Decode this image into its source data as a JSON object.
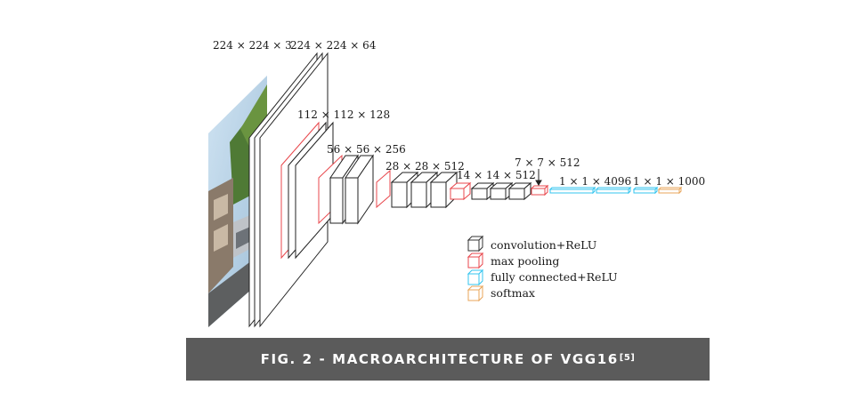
{
  "diagram": {
    "dimension_labels": {
      "input": "224 × 224 × 3",
      "conv1": "224 × 224 × 64",
      "conv2": "112 × 112 × 128",
      "conv3": "56 × 56 × 256",
      "conv4": "28 × 28 × 512",
      "conv5": "14 × 14 × 512",
      "pool5": "7 × 7 × 512",
      "fc": "1 × 1 × 4096",
      "softmax": "1 × 1 × 1000"
    },
    "legend": [
      {
        "label": "convolution+ReLU",
        "color": "#333333"
      },
      {
        "label": "max pooling",
        "color": "#e8474c"
      },
      {
        "label": "fully connected+ReLU",
        "color": "#33c4ef"
      },
      {
        "label": "softmax",
        "color": "#e8a55a"
      }
    ],
    "input_image_icon": "street-photo-input"
  },
  "caption": {
    "text": "FIG. 2 - MACROARCHITECTURE OF VGG16",
    "ref": "[5]"
  }
}
